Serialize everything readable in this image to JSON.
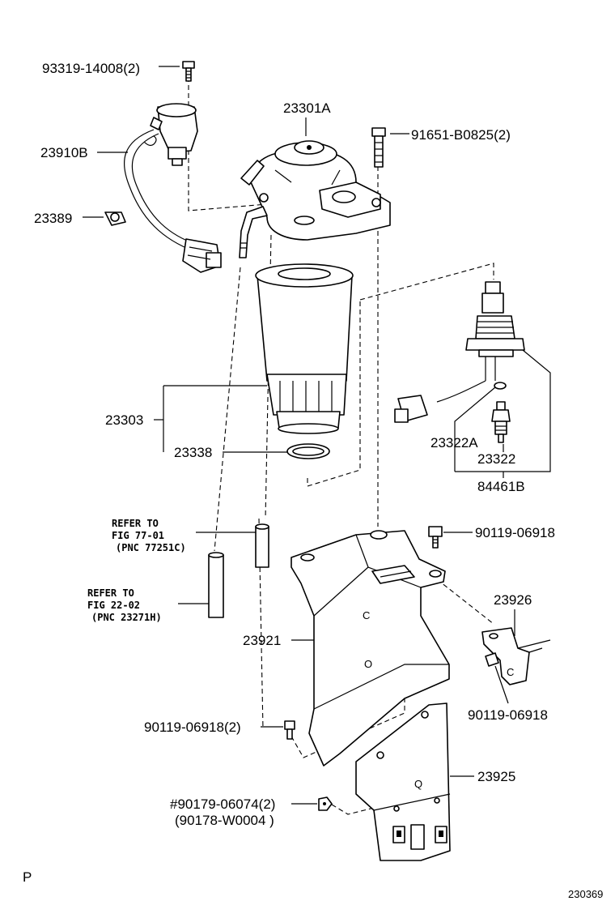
{
  "callouts": {
    "p93319": "93319-14008(2)",
    "p23910B": "23910B",
    "p23389": "23389",
    "p23301A": "23301A",
    "p91651": "91651-B0825(2)",
    "p23303": "23303",
    "p23338": "23338",
    "p23322A": "23322A",
    "p23322": "23322",
    "p84461B": "84461B",
    "p90119a": "90119-06918",
    "p23926": "23926",
    "p90119b": "90119-06918",
    "p23921": "23921",
    "p90119c": "90119-06918(2)",
    "p23925": "23925",
    "p90179": "#90179-06074(2)",
    "p90178": "(90178-W0004 )"
  },
  "refs": {
    "ref1": {
      "line1": "REFER TO",
      "line2": "FIG 77-01",
      "line3": "(PNC 77251C)"
    },
    "ref2": {
      "line1": "REFER TO",
      "line2": "FIG 22-02",
      "line3": "(PNC 23271H)"
    }
  },
  "bracket_marks": {
    "c1": "C",
    "o1": "O",
    "c2": "C",
    "q1": "Q"
  },
  "corner": {
    "left": "P",
    "right": "230369"
  }
}
